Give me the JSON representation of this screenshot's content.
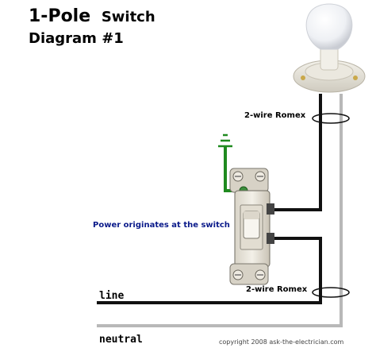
{
  "title": {
    "line1_bold": "1-Pole",
    "line1_rest": "Switch",
    "line2": "Diagram #1"
  },
  "labels": {
    "romex_top": "2-wire Romex",
    "romex_bottom": "2-wire Romex",
    "power_note": "Power originates at the switch",
    "line": "line",
    "neutral": "neutral",
    "copyright": "copyright 2008 ask-the-electrician.com"
  },
  "colors": {
    "hot_wire": "#111111",
    "neutral_wire": "#b8b8b8",
    "ground_wire": "#1f8a1f",
    "power_note": "#0a1a8a",
    "switch_body": "#e8e4da"
  },
  "icons": [
    "light-bulb-icon",
    "ground-symbol-icon",
    "toggle-switch-icon",
    "cable-bundle-icon"
  ]
}
